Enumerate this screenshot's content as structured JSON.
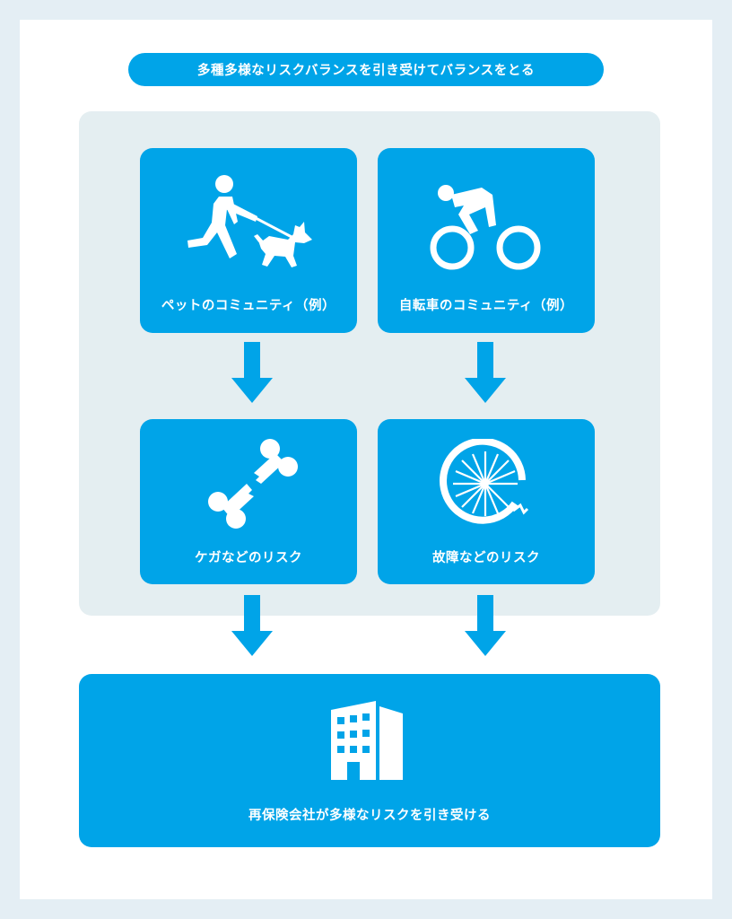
{
  "title": "多種多様なリスクバランスを引き受けてバランスをとる",
  "cards": {
    "pet": {
      "label": "ペットのコミュニティ（例）",
      "icon": "person-walking-dog-icon"
    },
    "bicycle": {
      "label": "自転車のコミュニティ（例）",
      "icon": "cyclist-icon"
    },
    "injury": {
      "label": "ケガなどのリスク",
      "icon": "broken-bone-icon"
    },
    "breakdown": {
      "label": "故障などのリスク",
      "icon": "broken-wheel-icon"
    },
    "reinsurer": {
      "label": "再保険会社が多様なリスクを引き受ける",
      "icon": "office-building-icon"
    }
  },
  "colors": {
    "accent": "#00a4e8",
    "panel": "#e4eef1",
    "frame": "#e4eef4",
    "text_on_accent": "#ffffff"
  }
}
